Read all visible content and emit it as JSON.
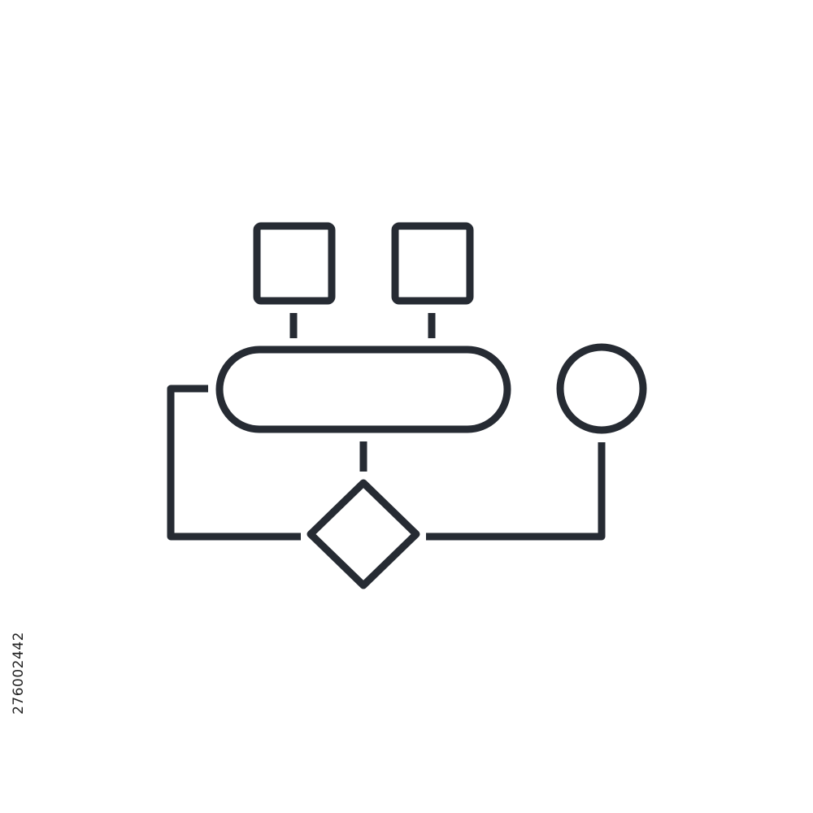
{
  "icon": {
    "name": "flowchart-icon",
    "stroke_color": "#262b33",
    "background_color": "#ffffff",
    "shapes": [
      "process-box-left",
      "process-box-right",
      "terminator-pill",
      "decision-diamond",
      "connector-circle"
    ]
  },
  "stock_id": "276002442"
}
